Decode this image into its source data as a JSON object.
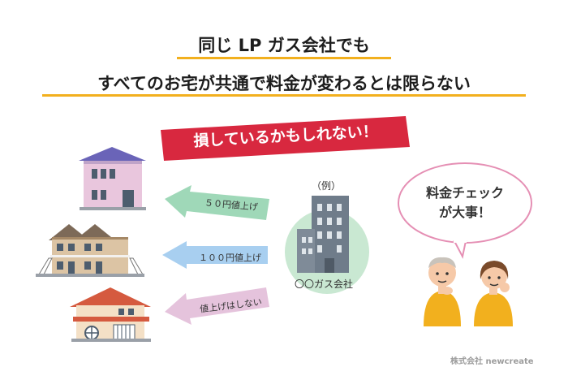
{
  "title": {
    "line1": "同じ LP ガス会社でも",
    "line2": "すべてのお宅が共通で料金が変わるとは限らない"
  },
  "warning_banner": "損しているかもしれない！",
  "arrows": [
    {
      "label": "５０円値上げ",
      "color": "#9fd8b8"
    },
    {
      "label": "１００円値上げ",
      "color": "#a8cff0"
    },
    {
      "label": "値上げはしない",
      "color": "#e5c3dc"
    }
  ],
  "company": {
    "example_label": "（例）",
    "name": "〇〇ガス会社"
  },
  "speech_bubble": {
    "line1": "料金チェック",
    "line2": "が大事！"
  },
  "footer_brand": "株式会社 newcreate",
  "colors": {
    "underline": "#f2b01e",
    "banner": "#d8283f",
    "company_circle": "#c9e8d2",
    "bubble_border": "#e58fb4"
  }
}
